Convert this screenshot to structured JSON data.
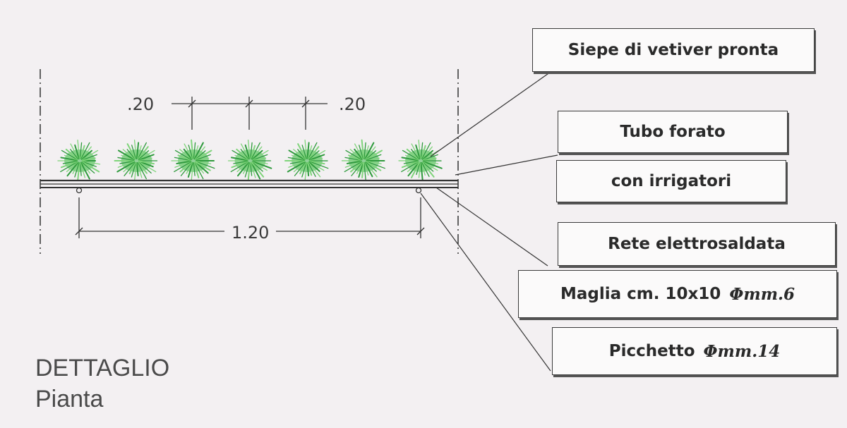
{
  "dimensions": {
    "spacing_left": ".20",
    "spacing_right": ".20",
    "total_width": "1.20"
  },
  "labels": {
    "vetiver_hedge": "Siepe di vetiver pronta",
    "perforated_pipe": "Tubo forato",
    "sprinklers": "con irrigatori",
    "welded_mesh": "Rete elettrosaldata",
    "mesh_spec": "Maglia cm. 10x10",
    "mesh_spec_diameter": "Φmm.6",
    "stake": "Picchetto",
    "stake_diameter": "Φmm.14"
  },
  "title": {
    "main": "DETTAGLIO",
    "sub": "Pianta"
  },
  "plant_count": 7,
  "colors": {
    "plant_dark": "#2e9a3c",
    "plant_light": "#7fd47a",
    "plant_center": "#3db84a",
    "line": "#333333"
  }
}
